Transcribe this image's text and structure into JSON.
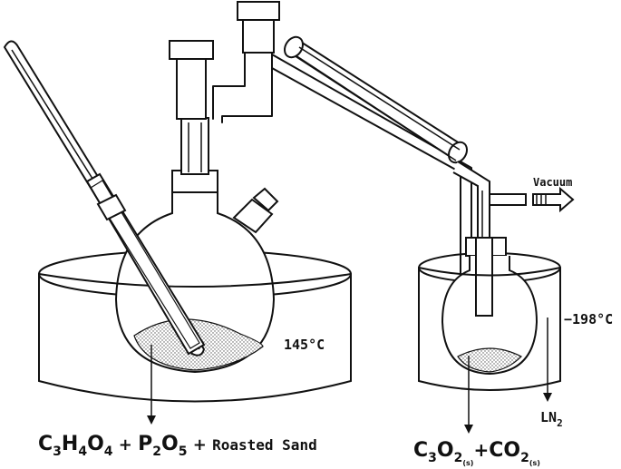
{
  "labels": {
    "temp_hot": "145°C",
    "temp_cold": "−198°C",
    "vacuum": "Vacuum",
    "coolant": "LN",
    "coolant_sub": "2",
    "reactants": {
      "c": "C",
      "c_sub": "3",
      "h": "H",
      "h_sub": "4",
      "o": "O",
      "o_sub": "4",
      "plus1": " + ",
      "p": "P",
      "p_sub": "2",
      "o2": "O",
      "o2_sub": "5",
      "plus2": " + ",
      "sand": "Roasted Sand"
    },
    "products": {
      "c": "C",
      "c_sub": "3",
      "o": "O",
      "o_sub": "2",
      "plus": "+",
      "co": "CO",
      "co_sub": "2",
      "state": "(s)"
    }
  },
  "colors": {
    "line": "#111111",
    "background": "#ffffff",
    "stipple": "#555555"
  }
}
